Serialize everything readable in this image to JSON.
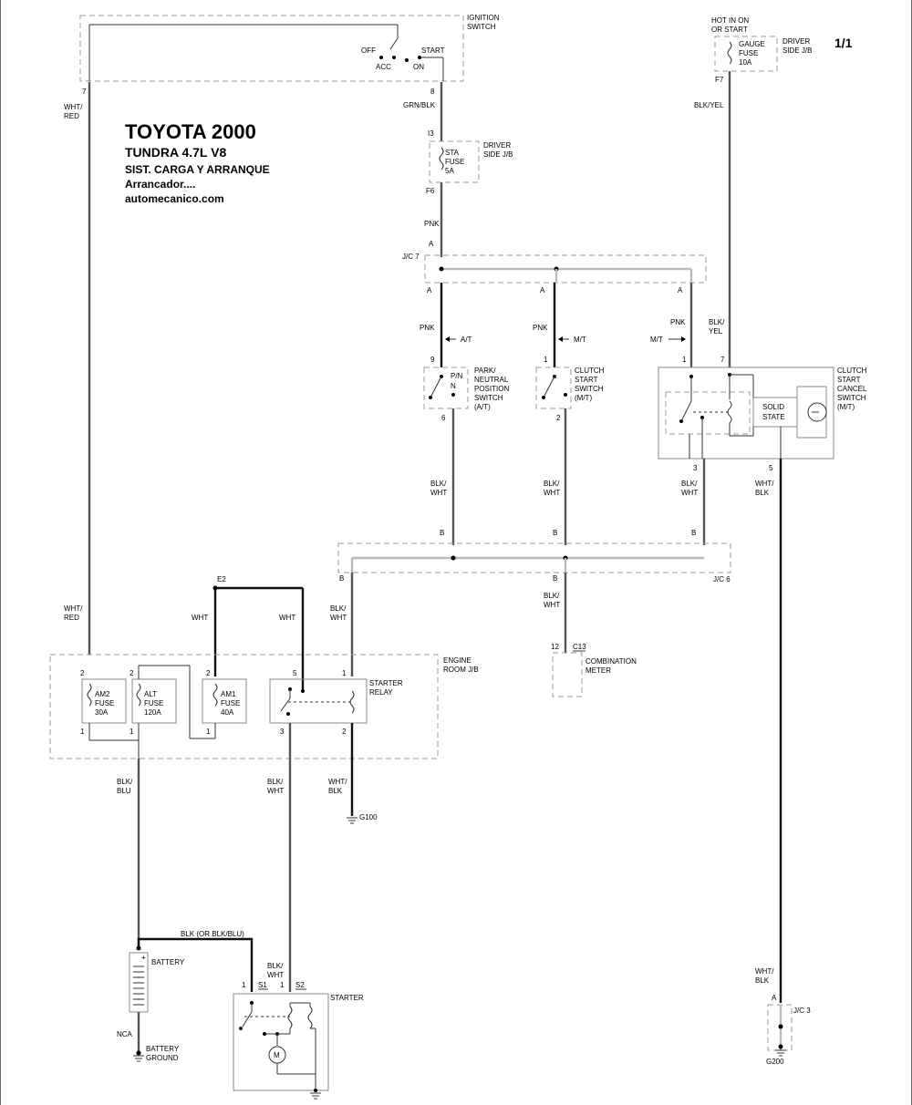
{
  "page": "1/1",
  "title": {
    "line1": "TOYOTA 2000",
    "line2": "TUNDRA  4.7L  V8",
    "line3": "SIST. CARGA Y ARRANQUE",
    "line4": "Arrancador....",
    "line5": "automecanico.com"
  },
  "components": {
    "ignition_switch": [
      "IGNITION",
      "SWITCH"
    ],
    "ign_positions": {
      "off": "OFF",
      "acc": "ACC",
      "start": "START",
      "on": "ON"
    },
    "hot_in": [
      "HOT IN ON",
      "OR START"
    ],
    "gauge_fuse": [
      "GAUGE",
      "FUSE",
      "10A"
    ],
    "driver_jb_top": [
      "DRIVER",
      "SIDE J/B"
    ],
    "sta_fuse": [
      "STA",
      "FUSE",
      "5A"
    ],
    "driver_jb_mid": [
      "DRIVER",
      "SIDE J/B"
    ],
    "jc7": "J/C 7",
    "park_neutral": [
      "PARK/",
      "NEUTRAL",
      "POSITION",
      "SWITCH",
      "(A/T)"
    ],
    "pn_letters": "P/N",
    "clutch_start": [
      "CLUTCH",
      "START",
      "SWITCH",
      "(M/T)"
    ],
    "clutch_cancel": [
      "CLUTCH",
      "START",
      "CANCEL",
      "SWITCH",
      "(M/T)"
    ],
    "solid_state": [
      "SOLID",
      "STATE"
    ],
    "jc6": "J/C 6",
    "e2": "E2",
    "engine_jb": [
      "ENGINE",
      "ROOM J/B"
    ],
    "am2_fuse": [
      "AM2",
      "FUSE",
      "30A"
    ],
    "alt_fuse": [
      "ALT",
      "FUSE",
      "120A"
    ],
    "am1_fuse": [
      "AM1",
      "FUSE",
      "40A"
    ],
    "starter_relay": [
      "STARTER",
      "RELAY"
    ],
    "combination_meter": [
      "COMBINATION",
      "METER"
    ],
    "c13": "C13",
    "battery": "BATTERY",
    "battery_ground": [
      "BATTERY",
      "GROUND"
    ],
    "nca": "NCA",
    "starter": "STARTER",
    "s1": "S1",
    "s2": "S2",
    "motor": "M",
    "jc3": "J/C 3",
    "g100": "G100",
    "g200": "G200"
  },
  "wires": {
    "wht_red": [
      "WHT/",
      "RED"
    ],
    "grn_blk": "GRN/BLK",
    "blk_yel": "BLK/YEL",
    "blk_yel_split": [
      "BLK/",
      "YEL"
    ],
    "pnk": "PNK",
    "at": "A/T",
    "mt": "M/T",
    "blk_wht": [
      "BLK/",
      "WHT"
    ],
    "wht_blk": [
      "WHT/",
      "BLK"
    ],
    "wht": "WHT",
    "blk_blu": [
      "BLK/",
      "BLU"
    ],
    "blk_or": "BLK (OR BLK/BLU)"
  },
  "pins": {
    "n7": "7",
    "n8": "8",
    "i3": "I3",
    "f6": "F6",
    "f7": "F7",
    "a": "A",
    "b": "B",
    "n9": "9",
    "n6": "6",
    "n1": "1",
    "n2": "2",
    "n3": "3",
    "n5": "5",
    "n12": "12"
  }
}
